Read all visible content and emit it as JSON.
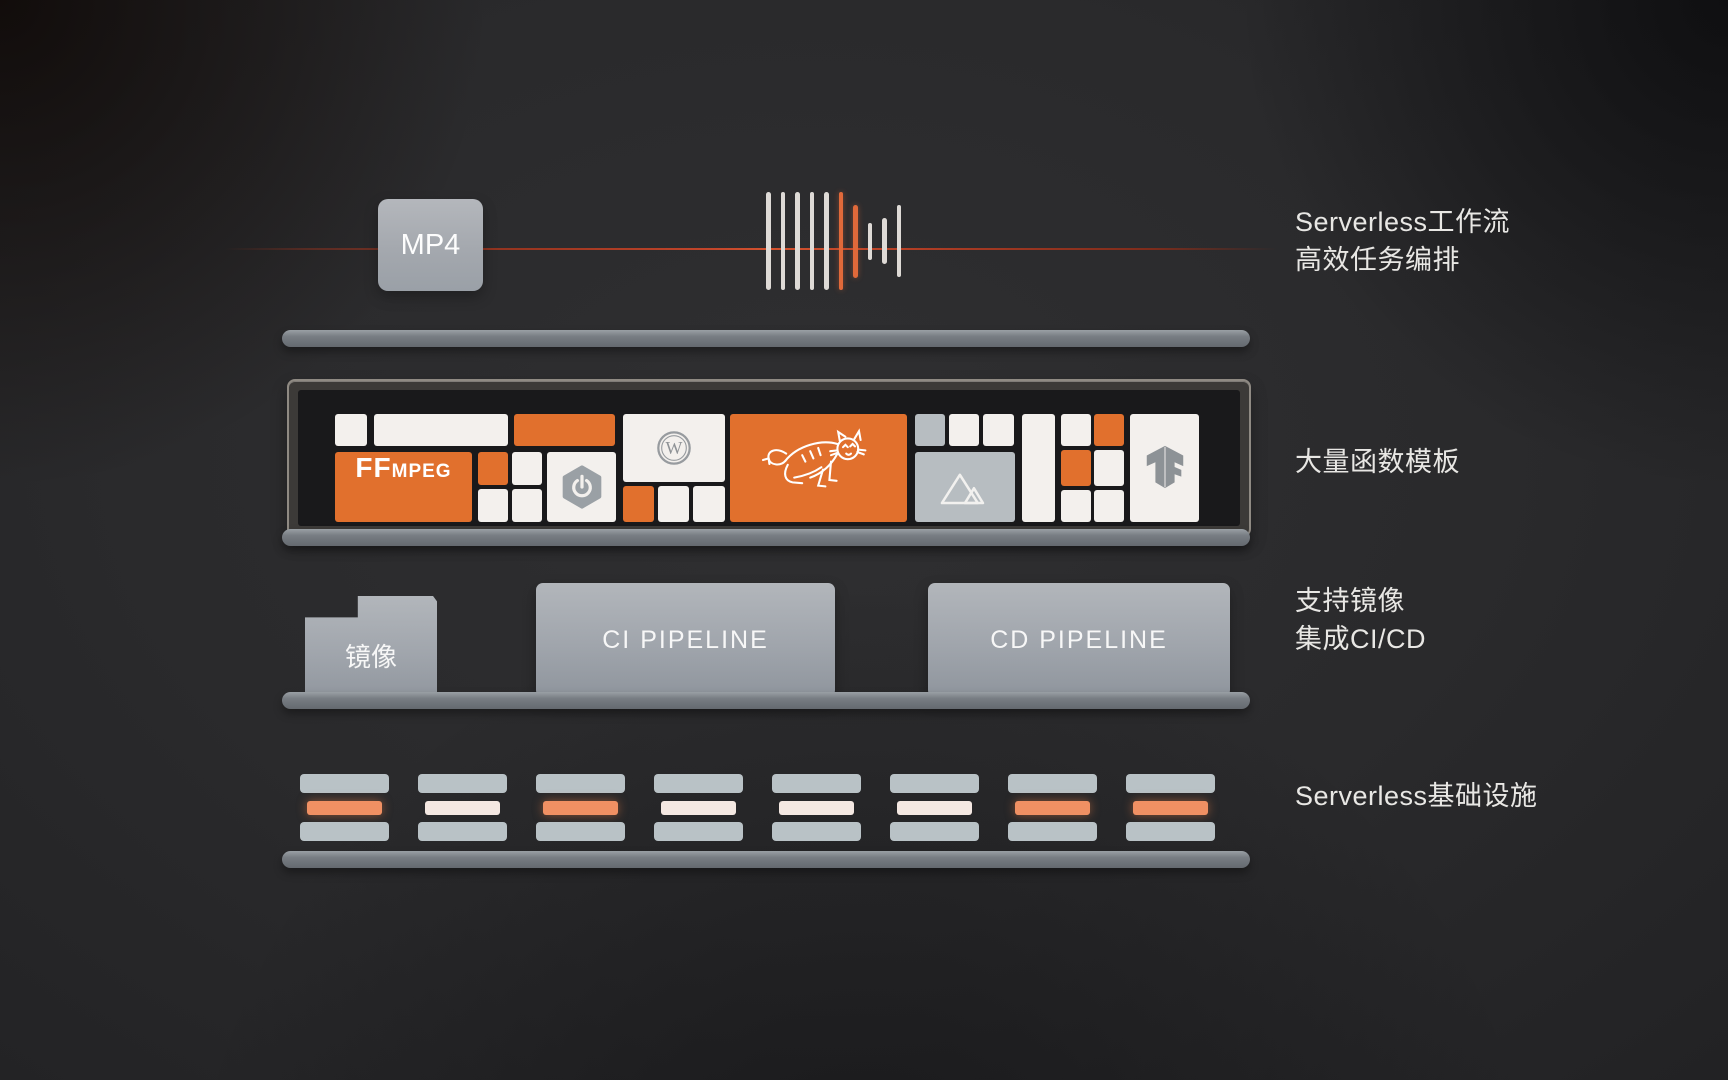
{
  "colors": {
    "background": "#2a2a2c",
    "accent_orange": "#e1702d",
    "tile_white": "#f3f0ed",
    "tile_gray": "#b7bdc1",
    "box_gray": "#a0a5ac",
    "shelf_gray": "#787d83",
    "rack_bar_gray": "#b9c2c6",
    "rack_mid_orange": "#f09063",
    "rack_mid_white": "#f4e8e2",
    "signal_line_red": "#c2452a",
    "label_text": "#e8e7e4"
  },
  "annotations": {
    "workflow": {
      "line1": "Serverless工作流",
      "line2": "高效任务编排"
    },
    "templates": {
      "line1": "大量函数模板"
    },
    "cicd": {
      "line1": "支持镜像",
      "line2": "集成CI/CD"
    },
    "infrastructure": {
      "line1": "Serverless基础设施"
    }
  },
  "workflow_row": {
    "source_box_label": "MP4",
    "waveform": {
      "bars": [
        {
          "color": "white",
          "height": 98
        },
        {
          "color": "white",
          "height": 98
        },
        {
          "color": "white",
          "height": 98
        },
        {
          "color": "white",
          "height": 98
        },
        {
          "color": "white",
          "height": 98
        },
        {
          "color": "orange",
          "height": 98
        },
        {
          "color": "orange",
          "height": 73
        },
        {
          "color": "white",
          "height": 37
        },
        {
          "color": "white",
          "height": 46
        },
        {
          "color": "white",
          "height": 72
        }
      ]
    }
  },
  "templates_panel": {
    "ffmpeg_prefix": "FF",
    "ffmpeg_suffix": "MPEG",
    "wordpress_letter": "W",
    "icons": [
      "ffmpeg",
      "spring-boot",
      "wordpress",
      "tomcat",
      "nuxt",
      "tensorflow"
    ]
  },
  "cicd_row": {
    "image_label": "镜像",
    "ci_label": "CI PIPELINE",
    "cd_label": "CD PIPELINE"
  },
  "infrastructure_row": {
    "stack_middle_colors": [
      "orange",
      "white",
      "orange",
      "white",
      "white",
      "white",
      "orange",
      "orange"
    ]
  }
}
